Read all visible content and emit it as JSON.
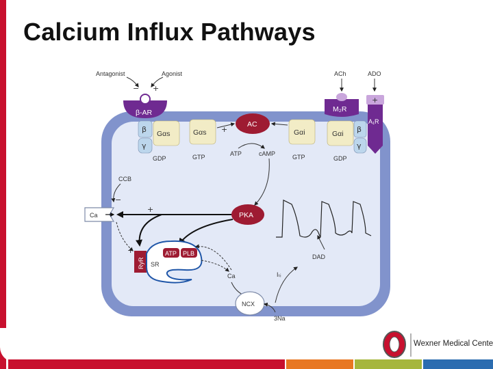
{
  "slide": {
    "title": "Calcium Influx Pathways"
  },
  "diagram": {
    "ligands": {
      "antagonist": "Antagonist",
      "agonist": "Agonist",
      "ach": "ACh",
      "ado": "ADO"
    },
    "signs": {
      "minus": "−",
      "plus": "+"
    },
    "receptors": {
      "beta_ar": "β-AR",
      "m2r": "M₂R",
      "a1r": "A₁R"
    },
    "g_proteins": {
      "beta": "β",
      "gamma": "γ",
      "gas_left": "Gαs",
      "gas_right": "Gαs",
      "gai_left": "Gαi",
      "gai_right": "Gαi"
    },
    "enzymes": {
      "ac": "AC",
      "pka": "PKA"
    },
    "molecules": {
      "gdp": "GDP",
      "gtp": "GTP",
      "atp": "ATP",
      "camp": "cAMP",
      "ccb": "CCB",
      "ca": "Ca",
      "dad": "DAD",
      "i_ti": "Iₜᵢ",
      "three_na": "3Na"
    },
    "structures": {
      "ryr": "RyR",
      "sr": "SR",
      "atp_pump": "ATP",
      "plb": "PLB",
      "ncx": "NCX",
      "ca_channel": "Ca"
    }
  },
  "footer": {
    "logo_text": "Wexner Medical Center",
    "stripe_colors": [
      "#c8102e",
      "#e87722",
      "#a6b63c",
      "#2b6cb0"
    ]
  },
  "colors": {
    "accent_red": "#c8102e",
    "membrane_blue": "#8193cc",
    "cell_interior": "#e3e9f7",
    "enzyme_red": "#9e1b32",
    "receptor_purple": "#6f2a91",
    "g_protein_cream": "#f2ecc6",
    "g_protein_blue": "#bcd6ec"
  }
}
